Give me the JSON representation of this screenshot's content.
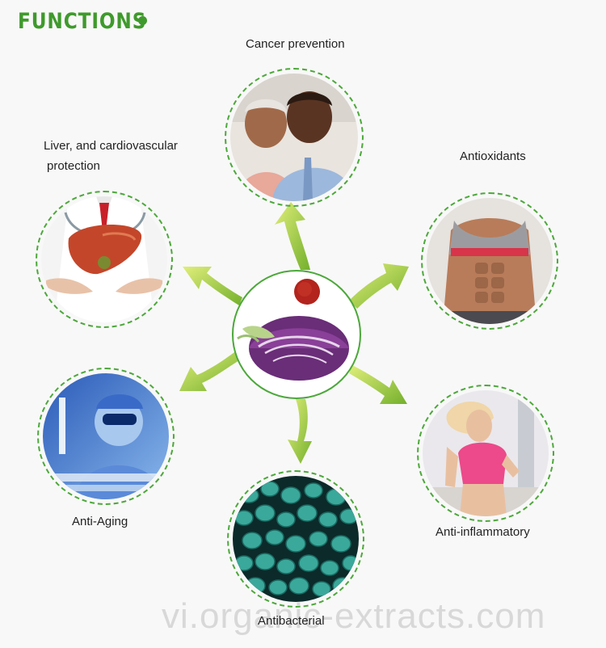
{
  "header": {
    "title": "FUNCTIONS"
  },
  "functions": [
    {
      "label": "Cancer prevention"
    },
    {
      "label_line1": "Liver, and cardiovascular",
      "label_line2": "protection"
    },
    {
      "label": "Antioxidants"
    },
    {
      "label": "Anti-Aging"
    },
    {
      "label": "Anti-inflammatory"
    },
    {
      "label": "Antibacterial"
    }
  ],
  "watermark": "vi.organic-extracts.com",
  "colors": {
    "accent": "#3f9a2c",
    "ring": "#4ca83a",
    "arrow_light": "#d9ea6a",
    "arrow_dark": "#7cb82f"
  }
}
